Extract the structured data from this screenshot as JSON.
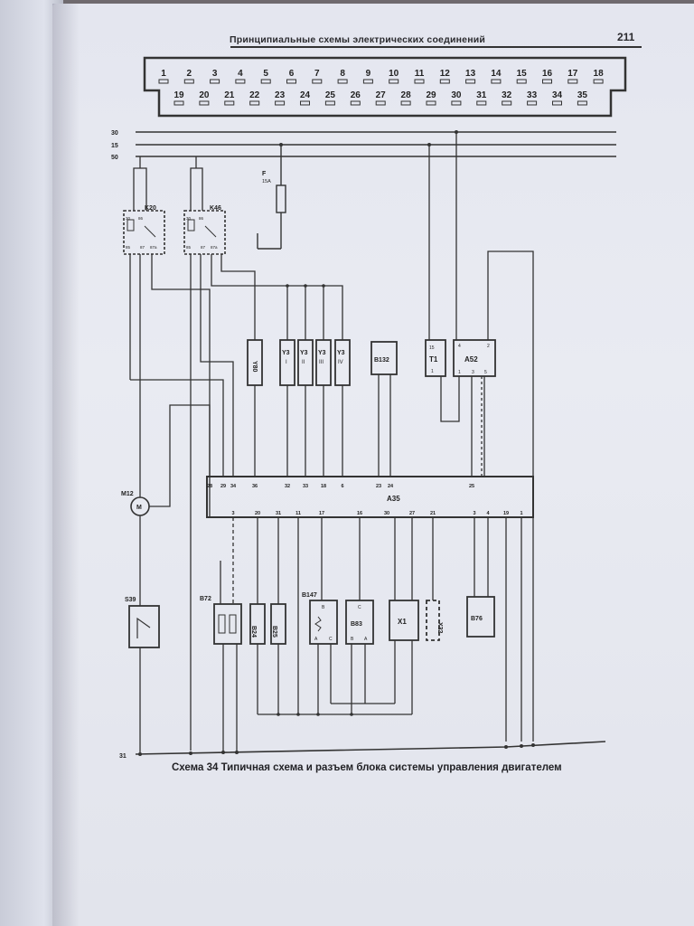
{
  "header": {
    "title": "Принципиальные схемы электрических соединений",
    "page_number": "211"
  },
  "connector": {
    "top_row": [
      "1",
      "2",
      "3",
      "4",
      "5",
      "6",
      "7",
      "8",
      "9",
      "10",
      "11",
      "12",
      "13",
      "14",
      "15",
      "16",
      "17",
      "18"
    ],
    "bottom_row": [
      "19",
      "20",
      "21",
      "22",
      "23",
      "24",
      "25",
      "26",
      "27",
      "28",
      "29",
      "30",
      "31",
      "32",
      "33",
      "34",
      "35"
    ]
  },
  "bus_labels": [
    "30",
    "15",
    "50"
  ],
  "ground_label": "31",
  "fuse": {
    "name": "F",
    "rating": "15A"
  },
  "relays": [
    {
      "name": "K20",
      "pins_top": [
        "30",
        "86"
      ],
      "pins_bottom": [
        "85",
        "87",
        "87a"
      ]
    },
    {
      "name": "K46",
      "pins_top": [
        "30",
        "86"
      ],
      "pins_bottom": [
        "85",
        "87",
        "87a"
      ]
    }
  ],
  "components_upper": [
    {
      "name": "Y80"
    },
    {
      "name": "Y3",
      "sub": "I"
    },
    {
      "name": "Y3",
      "sub": "II"
    },
    {
      "name": "Y3",
      "sub": "III"
    },
    {
      "name": "Y3",
      "sub": "IV"
    },
    {
      "name": "B132"
    },
    {
      "name": "T1",
      "pin_top": "15",
      "pin_bottom": "1"
    },
    {
      "name": "A52",
      "pin_top_left": "4",
      "pin_top_right": "2",
      "pins_bottom": [
        "1",
        "3",
        "5"
      ]
    }
  ],
  "ecu": {
    "name": "A35",
    "top_pins": [
      "28",
      "29",
      "34",
      "36",
      "32",
      "33",
      "18",
      "6",
      "23",
      "24",
      "25"
    ],
    "bottom_pins": [
      "3",
      "20",
      "31",
      "11",
      "17",
      "16",
      "30",
      "27",
      "21",
      "3",
      "4",
      "19",
      "1"
    ]
  },
  "components_lower": [
    {
      "name": "M12"
    },
    {
      "name": "S39"
    },
    {
      "name": "B72"
    },
    {
      "name": "B24"
    },
    {
      "name": "B25"
    },
    {
      "name": "B147",
      "pins": [
        "B",
        "A",
        "C"
      ]
    },
    {
      "name": "B83",
      "pins": [
        "C",
        "B",
        "A"
      ]
    },
    {
      "name": "X1"
    },
    {
      "name": "X32"
    },
    {
      "name": "B76"
    }
  ],
  "caption": "Схема 34 Типичная схема и разъем блока системы управления двигателем"
}
